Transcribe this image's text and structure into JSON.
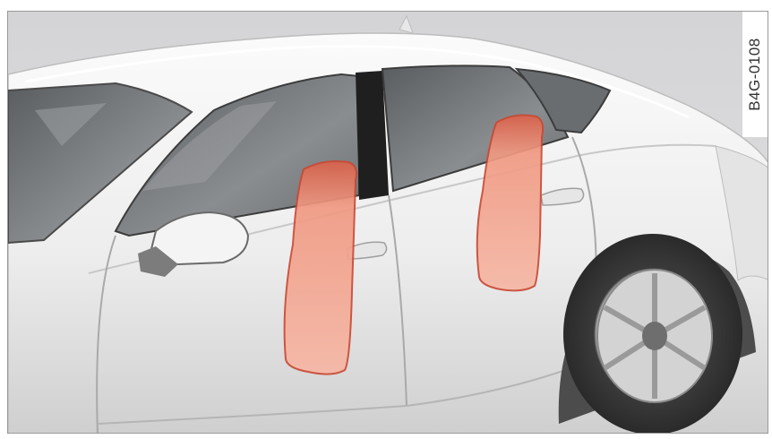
{
  "figure": {
    "code": "B4G-0108",
    "colors": {
      "background": "#d9d9db",
      "body": "#f1f1f1",
      "glass": "#6f7275",
      "airbag_fill": "#f3a08a",
      "airbag_top": "#d9614a",
      "airbag_outline": "#c94a35"
    },
    "highlights": [
      {
        "name": "front-side-airbag"
      },
      {
        "name": "rear-side-airbag"
      }
    ]
  }
}
